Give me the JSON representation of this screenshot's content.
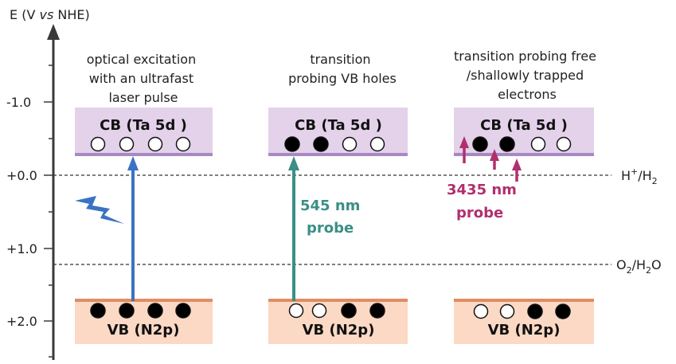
{
  "axis": {
    "title_prefix": "E (V ",
    "title_italic": "vs",
    "title_suffix": " NHE)",
    "ticks": [
      "-1.0",
      "+0.0",
      "+1.0",
      "+2.0"
    ]
  },
  "reference_lines": {
    "h_plus_h2": {
      "base": "H",
      "sup": "+",
      "mid": "/H",
      "sub": "2"
    },
    "o2_h2o": {
      "base1": "O",
      "sub1": "2",
      "mid": "/H",
      "sub2": "2",
      "end": "O"
    }
  },
  "panels": [
    {
      "caption": [
        "optical excitation",
        "with an ultrafast",
        "laser pulse"
      ],
      "cb_label": "CB (Ta 5d )",
      "vb_label": "VB (N2p)",
      "cb_circles": [
        "empty",
        "empty",
        "empty",
        "empty"
      ],
      "vb_circles": [
        "filled",
        "filled",
        "filled",
        "filled"
      ],
      "arrow_color": "#3a73c4",
      "icon": "lightning-bolt-icon"
    },
    {
      "caption": [
        "transition",
        "probing VB holes"
      ],
      "cb_label": "CB (Ta 5d )",
      "vb_label": "VB (N2p)",
      "cb_circles": [
        "filled",
        "filled",
        "empty",
        "empty"
      ],
      "vb_circles": [
        "empty",
        "empty",
        "filled",
        "filled"
      ],
      "arrow_color": "#3a8f86",
      "probe_label": [
        "545 nm",
        "probe"
      ],
      "probe_color": "#3a8f86"
    },
    {
      "caption": [
        "transition probing free",
        "/shallowly trapped",
        "electrons"
      ],
      "cb_label": "CB (Ta 5d )",
      "vb_label": "VB (N2p)",
      "cb_circles": [
        "filled",
        "filled",
        "empty",
        "empty"
      ],
      "vb_circles": [
        "empty",
        "empty",
        "filled",
        "filled"
      ],
      "arrow_color": "#b0306e",
      "probe_label": [
        "3435 nm",
        "probe"
      ],
      "probe_color": "#b0306e"
    }
  ],
  "colors": {
    "cb_fill": "#e3d2ea",
    "cb_edge": "#a689c4",
    "vb_fill": "#fbd9c4",
    "vb_edge": "#e08d62"
  }
}
